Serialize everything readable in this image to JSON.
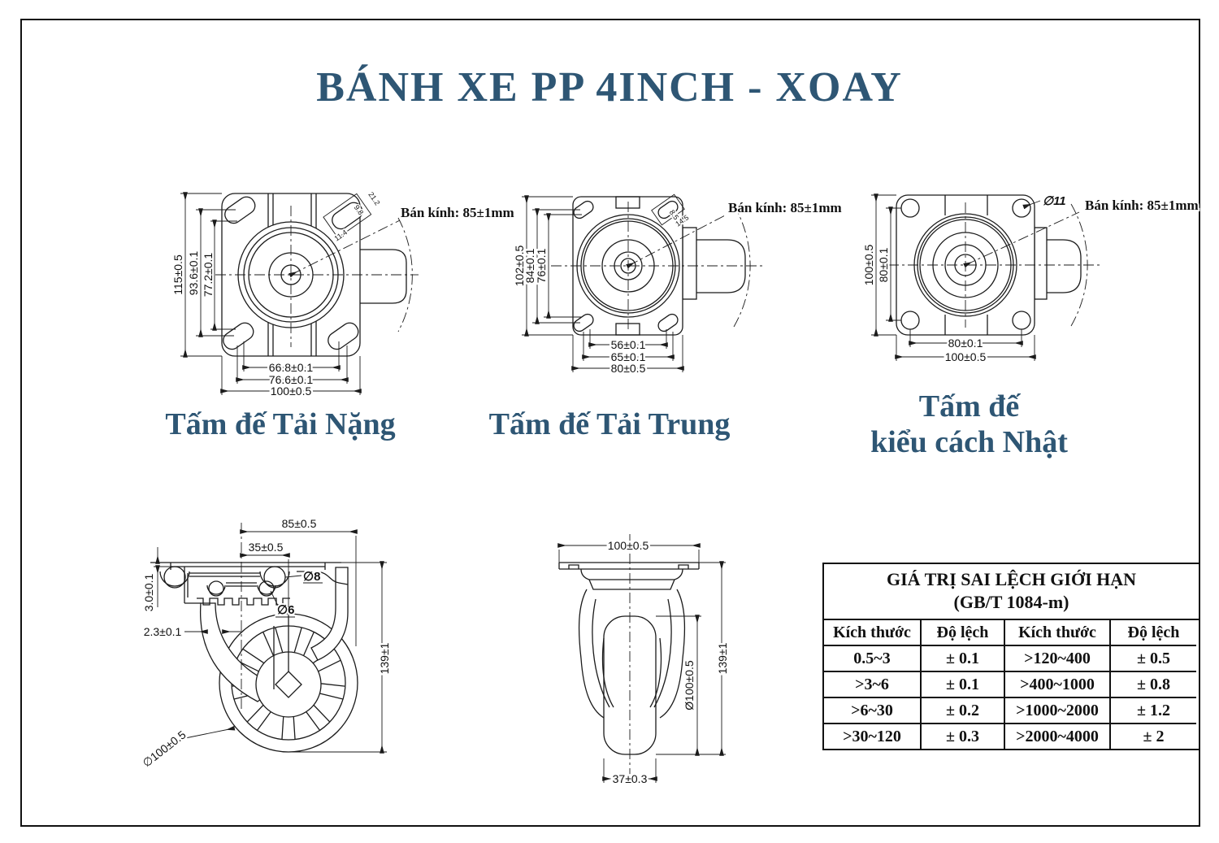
{
  "title": "BÁNH XE PP 4INCH - XOAY",
  "colors": {
    "accent": "#2e5674",
    "line": "#1b1b1b"
  },
  "plate_heavy": {
    "caption": "Tấm đế Tải Nặng",
    "radius_label": "Bán kính: 85±1mm",
    "dim_height_outer": "115±0.5",
    "dim_height_bolt": "93.6±0.1",
    "dim_height_slot": "77.2±0.1",
    "dim_width_slot": "66.8±0.1",
    "dim_width_bolt": "76.6±0.1",
    "dim_width_outer": "100±0.5",
    "slot_dim_a": "9.8",
    "slot_dim_b": "11.4",
    "slot_dim_c": "21.2"
  },
  "plate_medium": {
    "caption": "Tấm đế Tải Trung",
    "radius_label": "Bán kính: 85±1mm",
    "dim_height_outer": "102±0.5",
    "dim_height_bolt": "84±0.1",
    "dim_height_slot": "76±0.1",
    "dim_width_slot": "56±0.1",
    "dim_width_bolt": "65±0.1",
    "dim_width_outer": "80±0.5",
    "slot_dim_a": "8.5",
    "slot_dim_b": "14.5"
  },
  "plate_japan": {
    "caption_line1": "Tấm đế",
    "caption_line2": "kiểu cách Nhật",
    "radius_label": "Bán kính: 85±1mm",
    "hole_label": "∅11",
    "dim_height_outer": "100±0.5",
    "dim_height_bolt": "80±0.1",
    "dim_width_bolt": "80±0.1",
    "dim_width_outer": "100±0.5"
  },
  "side_view": {
    "dim_offset_total": "85±0.5",
    "dim_offset": "35±0.5",
    "dim_ball_large": "∅8",
    "dim_ball_small": "∅6",
    "dim_plate_thickness": "3.0±0.1",
    "dim_fork_thickness": "2.3±0.1",
    "dim_total_height": "139±1",
    "dim_wheel_diameter": "∅100±0.5"
  },
  "front_view": {
    "dim_plate_width": "100±0.5",
    "dim_total_height": "139±1",
    "dim_wheel_diameter": "Ø100±0.5",
    "dim_wheel_width": "37±0.3"
  },
  "tolerance_table": {
    "title": "GIÁ TRỊ SAI LỆCH GIỚI HẠN",
    "subtitle": "(GB/T 1084-m)",
    "headers": [
      "Kích thước",
      "Độ lệch",
      "Kích thước",
      "Độ lệch"
    ],
    "rows": [
      [
        "0.5~3",
        "± 0.1",
        ">120~400",
        "± 0.5"
      ],
      [
        ">3~6",
        "± 0.1",
        ">400~1000",
        "± 0.8"
      ],
      [
        ">6~30",
        "± 0.2",
        ">1000~2000",
        "± 1.2"
      ],
      [
        ">30~120",
        "± 0.3",
        ">2000~4000",
        "± 2"
      ]
    ]
  }
}
